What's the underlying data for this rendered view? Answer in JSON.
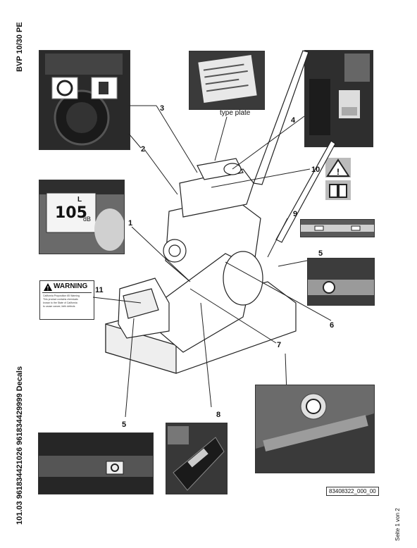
{
  "side_title_top": "BVP 10/30 PE",
  "side_title_bottom": "101.03 961834421026 961834429999 Decals",
  "type_plate_label": "type plate",
  "callouts": [
    "1",
    "2",
    "3",
    "4",
    "5",
    "5",
    "6",
    "7",
    "8",
    "9",
    "10",
    "11"
  ],
  "warning_label": "WARNING",
  "warning_small_text": "California Proposition 65 Warning\nThis product contains chemicals\nknown to the State of California\nto cause cancer, birth defects",
  "sound_decal": "105",
  "sound_unit": "dB",
  "sound_lwa": "L",
  "part_code": "83408322_000_00",
  "page_label": "Seite 1 von 2"
}
